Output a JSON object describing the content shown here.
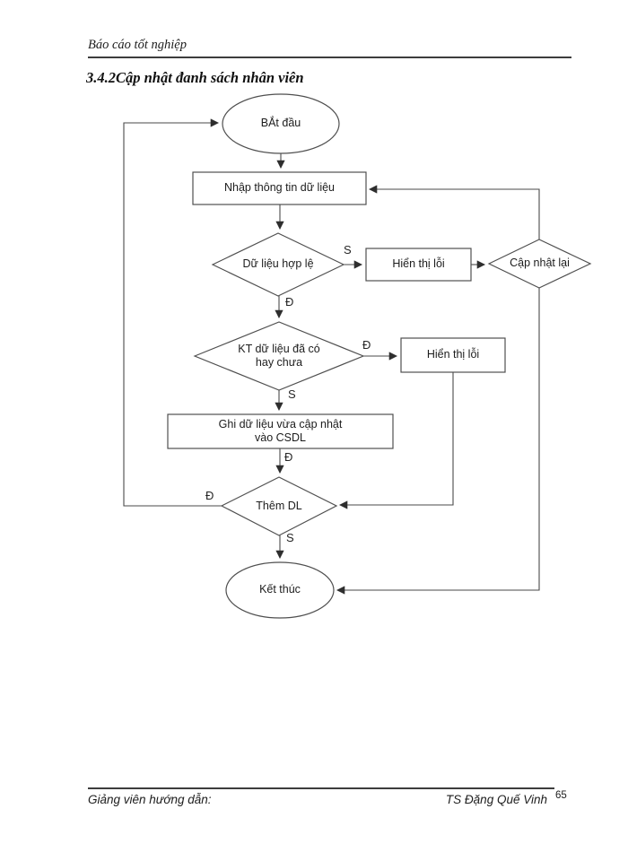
{
  "header": {
    "title": "Báo cáo tốt nghiệp"
  },
  "section": {
    "title": "3.4.2Cập nhật đanh sách nhân viên"
  },
  "flowchart": {
    "nodes": {
      "start": {
        "type": "ellipse",
        "label": "BẮt đầu"
      },
      "input": {
        "type": "rect",
        "label": "Nhập thông tin dữ liệu"
      },
      "valid_check": {
        "type": "diamond",
        "label": "Dữ liệu hợp lệ"
      },
      "show_error_1": {
        "type": "rect",
        "label": "Hiển thị lỗi"
      },
      "update_again": {
        "type": "diamond",
        "label": "Cập nhật lại"
      },
      "exist_check": {
        "type": "diamond",
        "line1": "KT dữ liệu đã có",
        "line2": "hay chưa"
      },
      "show_error_2": {
        "type": "rect",
        "label": "Hiển thị lỗi"
      },
      "write_db": {
        "type": "rect",
        "line1": "Ghi dữ liệu vừa cập nhật",
        "line2": "vào CSDL"
      },
      "add_more": {
        "type": "diamond",
        "label": "Thêm DL"
      },
      "end": {
        "type": "ellipse",
        "label": "Kết thúc"
      }
    },
    "edges": {
      "valid_s": "S",
      "valid_d": "Đ",
      "exist_d": "Đ",
      "exist_s": "S",
      "write_d": "Đ",
      "add_d": "Đ",
      "add_s": "S"
    }
  },
  "footer": {
    "left": "Giảng viên hướng dẫn:",
    "right": "TS Đặng Quế Vinh",
    "page_number": "65"
  },
  "colors": {
    "ink": "#1c1c1c",
    "line": "#4a4a4a",
    "background": "#ffffff"
  }
}
